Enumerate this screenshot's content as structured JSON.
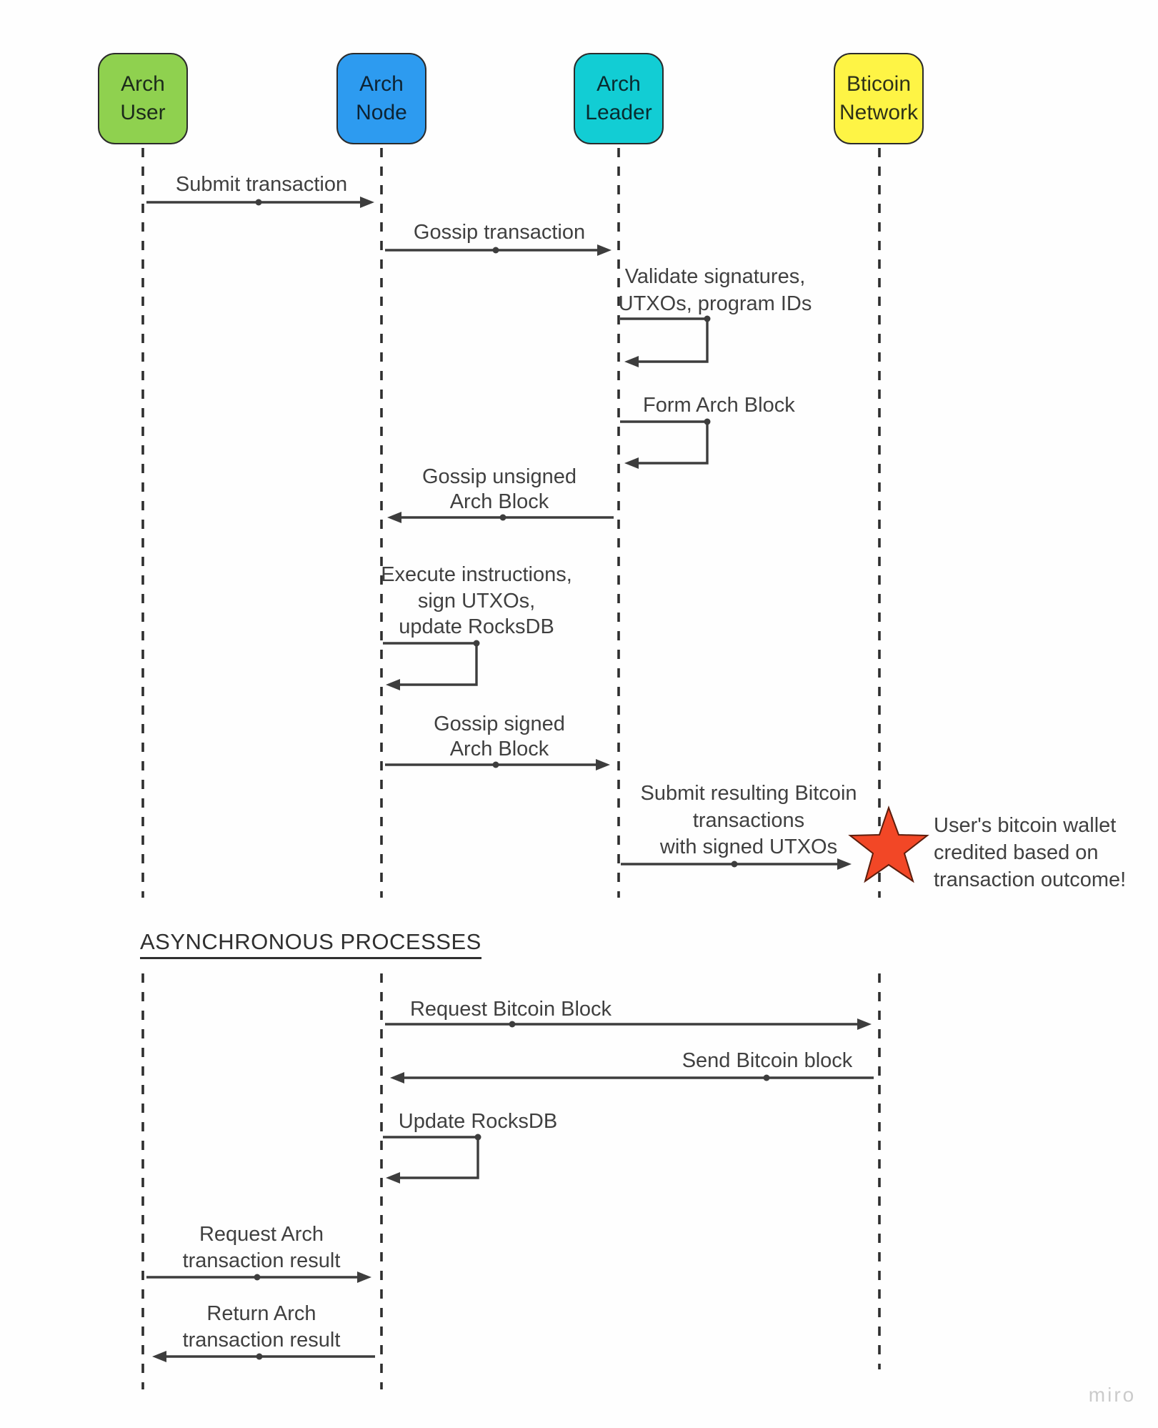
{
  "actors": [
    {
      "id": "arch-user",
      "label": "Arch User",
      "color": "#8FD14F"
    },
    {
      "id": "arch-node",
      "label": "Arch Node",
      "color": "#2D9BF0"
    },
    {
      "id": "arch-leader",
      "label": "Arch Leader",
      "color": "#12CDD4"
    },
    {
      "id": "bticoin-network",
      "label": "Bticoin Network",
      "color": "#FEF445"
    }
  ],
  "messages": {
    "submit_transaction": {
      "from": "Arch User",
      "to": "Arch Node",
      "lines": [
        "Submit transaction"
      ]
    },
    "gossip_transaction": {
      "from": "Arch Node",
      "to": "Arch Leader",
      "lines": [
        "Gossip transaction"
      ]
    },
    "validate": {
      "from": "Arch Leader",
      "to": "Arch Leader",
      "lines": [
        "Validate signatures,",
        "UTXOs, program IDs"
      ]
    },
    "form_block": {
      "from": "Arch Leader",
      "to": "Arch Leader",
      "lines": [
        "Form Arch Block"
      ]
    },
    "gossip_unsigned": {
      "from": "Arch Leader",
      "to": "Arch Node",
      "lines": [
        "Gossip unsigned",
        "Arch Block"
      ]
    },
    "execute": {
      "from": "Arch Node",
      "to": "Arch Node",
      "lines": [
        "Execute instructions,",
        "sign UTXOs,",
        "update RocksDB"
      ]
    },
    "gossip_signed": {
      "from": "Arch Node",
      "to": "Arch Leader",
      "lines": [
        "Gossip signed",
        "Arch Block"
      ]
    },
    "submit_resulting": {
      "from": "Arch Leader",
      "to": "Bticoin Network",
      "lines": [
        "Submit resulting Bitcoin",
        "transactions",
        "with signed UTXOs"
      ]
    }
  },
  "star_note": {
    "lines": [
      "User's bitcoin wallet",
      "credited based on",
      "transaction outcome!"
    ]
  },
  "async_section": {
    "heading": "ASYNCHRONOUS PROCESSES",
    "messages": {
      "request_block": {
        "from": "Arch Node",
        "to": "Bticoin Network",
        "lines": [
          "Request Bitcoin Block"
        ]
      },
      "send_block": {
        "from": "Bticoin Network",
        "to": "Arch Node",
        "lines": [
          "Send Bitcoin block"
        ]
      },
      "update_rocksdb": {
        "from": "Arch Node",
        "to": "Arch Node",
        "lines": [
          "Update RocksDB"
        ]
      },
      "request_result": {
        "from": "Arch User",
        "to": "Arch Node",
        "lines": [
          "Request Arch",
          "transaction result"
        ]
      },
      "return_result": {
        "from": "Arch Node",
        "to": "Arch User",
        "lines": [
          "Return Arch",
          "transaction result"
        ]
      }
    }
  },
  "watermark": "miro",
  "colors": {
    "star": "#F24726",
    "arrow": "#3d3d3d",
    "lifeline": "#2e2e2e",
    "label_text": "#404040",
    "background": "#fefefe"
  }
}
